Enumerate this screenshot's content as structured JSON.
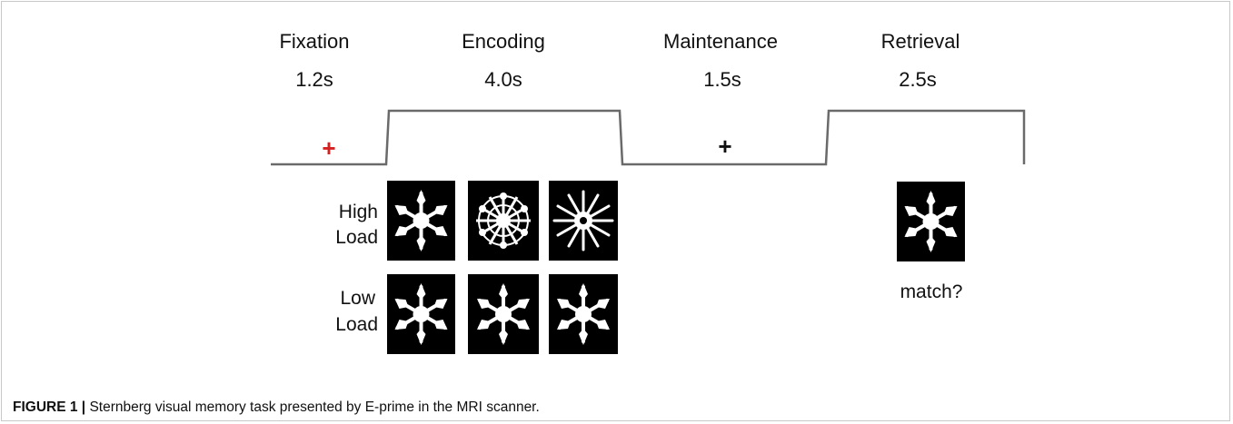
{
  "phases": [
    {
      "name": "Fixation",
      "duration": "1.2s"
    },
    {
      "name": "Encoding",
      "duration": "4.0s"
    },
    {
      "name": "Maintenance",
      "duration": "1.5s"
    },
    {
      "name": "Retrieval",
      "duration": "2.5s"
    }
  ],
  "fixation_symbol": "+",
  "maintenance_symbol": "+",
  "colors": {
    "fixation_cross": "#d62020",
    "maintenance_cross": "#111111",
    "line": "#6a6a6a",
    "stimulus_bg": "#000000",
    "stimulus_fg": "#ffffff"
  },
  "loads": {
    "high": {
      "line1": "High",
      "line2": "Load"
    },
    "low": {
      "line1": "Low",
      "line2": "Load"
    }
  },
  "retrieval_prompt": "match?",
  "caption": {
    "label": "FIGURE 1 |",
    "text": " Sternberg visual memory task presented by E-prime in the MRI scanner."
  }
}
